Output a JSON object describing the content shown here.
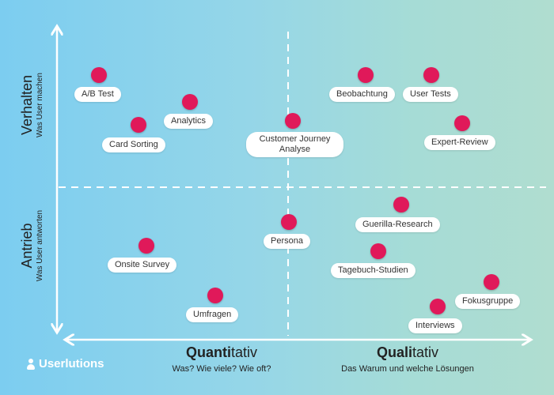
{
  "rows": {
    "top": {
      "title": "Verhalten",
      "subtitle": "Was User machen"
    },
    "bottom": {
      "title": "Antrieb",
      "subtitle": "Was User antworten"
    }
  },
  "columns": {
    "left": {
      "title_bold": "Quanti",
      "title_rest": "tativ",
      "subtitle": "Was? Wie viele? Wie oft?"
    },
    "right": {
      "title_bold": "Quali",
      "title_rest": "tativ",
      "subtitle": "Das Warum und welche Lösungen"
    }
  },
  "methods": [
    {
      "key": "ab-test",
      "label": "A/B Test"
    },
    {
      "key": "analytics",
      "label": "Analytics"
    },
    {
      "key": "card-sorting",
      "label": "Card Sorting"
    },
    {
      "key": "customer-journey",
      "label": "Customer Journey Analyse"
    },
    {
      "key": "beobachtung",
      "label": "Beobachtung"
    },
    {
      "key": "user-tests",
      "label": "User Tests"
    },
    {
      "key": "expert-review",
      "label": "Expert-Review"
    },
    {
      "key": "guerilla",
      "label": "Guerilla-Research"
    },
    {
      "key": "persona",
      "label": "Persona"
    },
    {
      "key": "onsite-survey",
      "label": "Onsite Survey"
    },
    {
      "key": "tagebuch",
      "label": "Tagebuch-Studien"
    },
    {
      "key": "fokusgruppe",
      "label": "Fokusgruppe"
    },
    {
      "key": "umfragen",
      "label": "Umfragen"
    },
    {
      "key": "interviews",
      "label": "Interviews"
    }
  ],
  "brand": {
    "name": "Userlutions"
  },
  "colors": {
    "dot": "#e0195a",
    "axis": "#ffffff"
  }
}
